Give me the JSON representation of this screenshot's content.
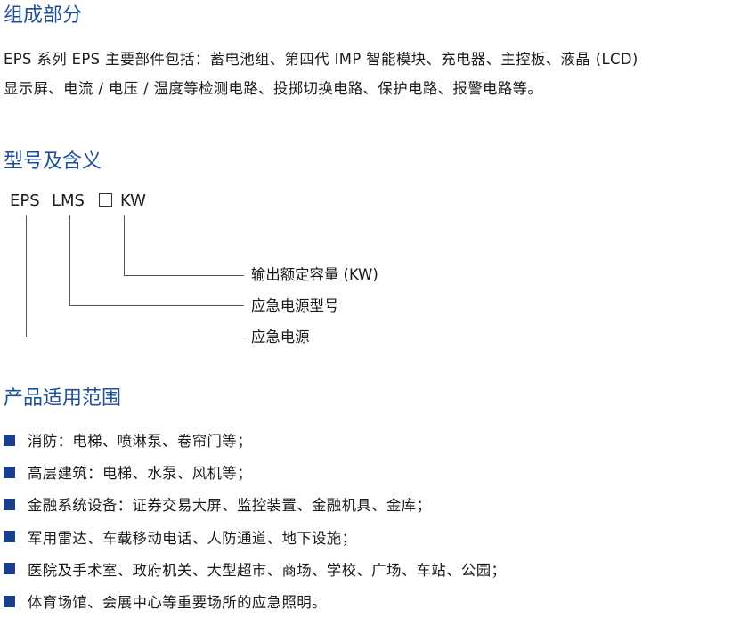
{
  "components": {
    "heading": "组成部分",
    "lines": [
      "EPS 系列 EPS 主要部件包括：蓄电池组、第四代 IMP 智能模块、充电器、主控板、液晶 (LCD)",
      "显示屏、电流 / 电压 / 温度等检测电路、投掷切换电路、保护电路、报警电路等。"
    ]
  },
  "model": {
    "heading": "型号及含义",
    "part1": "EPS",
    "part2": "LMS",
    "part3": "KW",
    "legend": [
      "输出额定容量 (KW)",
      "应急电源型号",
      "应急电源"
    ]
  },
  "applications": {
    "heading": "产品适用范围",
    "items": [
      "消防：电梯、喷淋泵、卷帘门等；",
      "高层建筑：电梯、水泵、风机等；",
      "金融系统设备：证券交易大屏、监控装置、金融机具、金库；",
      "军用雷达、车载移动电话、人防通道、地下设施；",
      "医院及手术室、政府机关、大型超市、商场、学校、广场、车站、公园；",
      "体育场馆、会展中心等重要场所的应急照明。"
    ],
    "bullet_color": "#1b3f8f"
  },
  "colors": {
    "heading": "#1f4f9c",
    "text": "#1a1a1a"
  }
}
